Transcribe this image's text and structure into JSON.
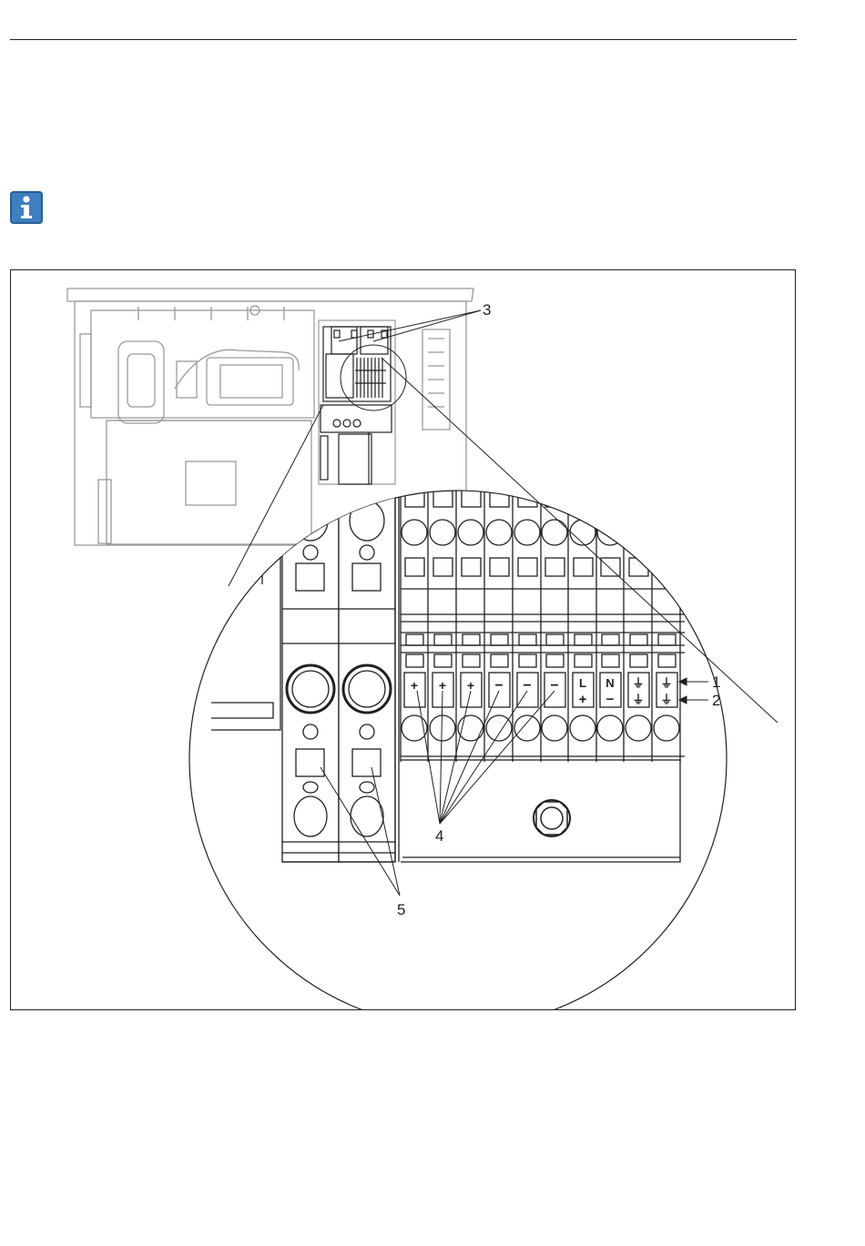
{
  "page": {
    "icon": "info-icon",
    "colors": {
      "icon_blue": "#3d7fbf",
      "line": "#231f20",
      "ghost": "#9a9a9a"
    }
  },
  "figure": {
    "callouts": {
      "c1": "1",
      "c2": "2",
      "c3": "3",
      "c4": "4",
      "c5": "5"
    },
    "terminal_symbols": {
      "top": [
        "+",
        "+",
        "+",
        "−",
        "−",
        "−",
        "L",
        "N",
        "⏚",
        "⏚"
      ],
      "bottom": [
        "",
        "",
        "",
        "",
        "",
        "",
        "+",
        "−",
        "",
        "⏚"
      ]
    }
  }
}
